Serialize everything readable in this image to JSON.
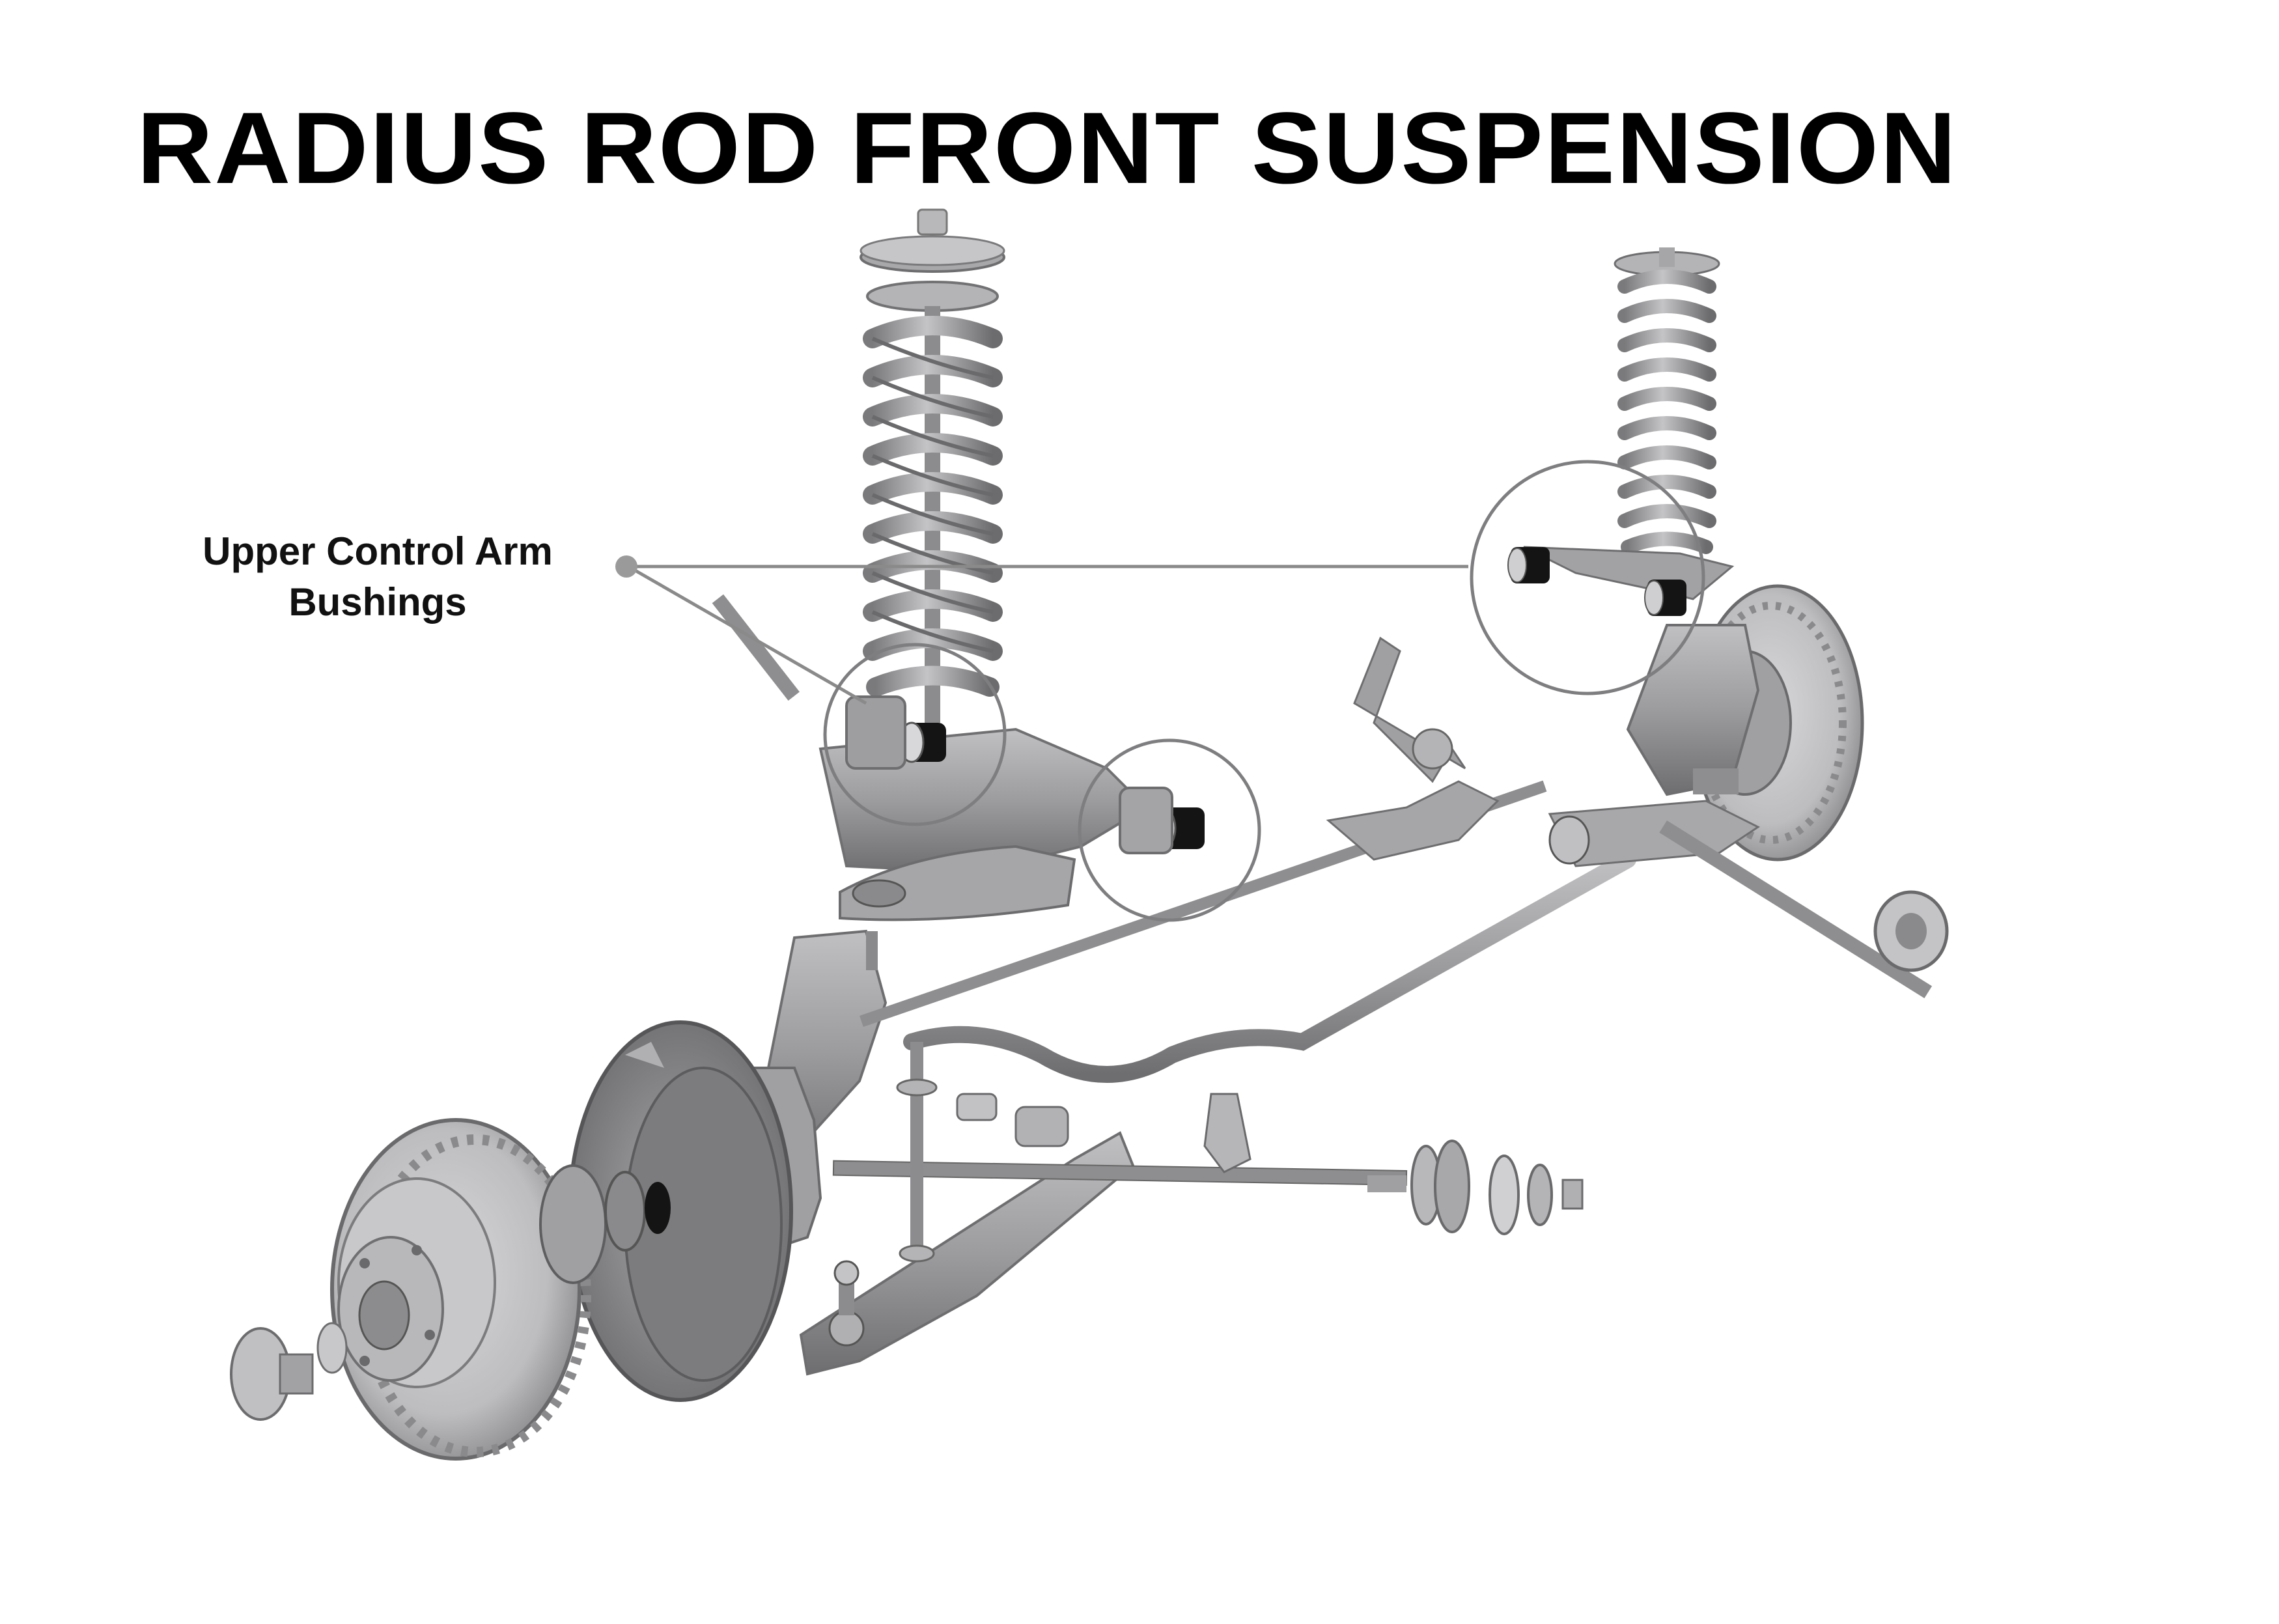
{
  "title": "RADIUS ROD FRONT SUSPENSION",
  "callout": {
    "line1": "Upper Control Arm",
    "line2": "Bushings"
  },
  "colors": {
    "background": "#ffffff",
    "title_text": "#000000",
    "part_metal": "#9a9a9c",
    "part_metal_dark": "#6e6e70",
    "part_metal_light": "#c8c8ca",
    "bushing": "#141414",
    "callout_line": "#8a8a8a"
  },
  "icons": [
    "coil-spring",
    "strut",
    "brake-rotor",
    "dust-shield",
    "control-arm",
    "sway-bar",
    "radius-rod",
    "bushing",
    "steering-knuckle",
    "tie-rod"
  ]
}
